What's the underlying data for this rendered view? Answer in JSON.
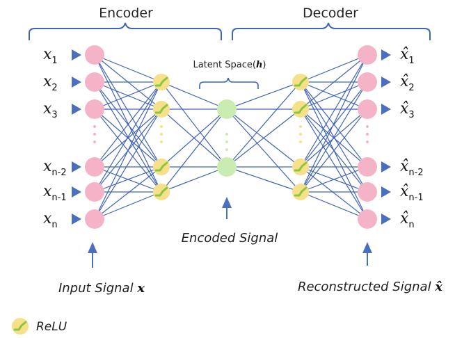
{
  "headers": {
    "encoder": "Encoder",
    "decoder": "Decoder"
  },
  "latent_label": {
    "text": "Latent Space(",
    "symbol": "h",
    "close": ")"
  },
  "inputs": [
    {
      "base": "x",
      "sub": "1"
    },
    {
      "base": "x",
      "sub": "2"
    },
    {
      "base": "x",
      "sub": "3"
    },
    {
      "base": "x",
      "sub": "n-2"
    },
    {
      "base": "x",
      "sub": "n-1"
    },
    {
      "base": "x",
      "sub": "n"
    }
  ],
  "outputs": [
    {
      "base": "x̂",
      "sub": "1"
    },
    {
      "base": "x̂",
      "sub": "2"
    },
    {
      "base": "x̂",
      "sub": "3"
    },
    {
      "base": "x̂",
      "sub": "n-2"
    },
    {
      "base": "x̂",
      "sub": "n-1"
    },
    {
      "base": "x̂",
      "sub": "n"
    }
  ],
  "captions": {
    "encoded": "Encoded Signal",
    "input_text": "Input Signal ",
    "input_symbol": "x",
    "reconstructed_text": "Reconstructed Signal ",
    "reconstructed_symbol": "x̂"
  },
  "legend": {
    "label": "ReLU"
  },
  "colors": {
    "input_node": "#f5b3c8",
    "relu_node": "#f7e08a",
    "relu_mark": "#8cc63f",
    "latent_node": "#c9ecb0",
    "edge": "#3f63b8",
    "arrow": "#4a6fbd",
    "brace": "#3f63b8"
  }
}
